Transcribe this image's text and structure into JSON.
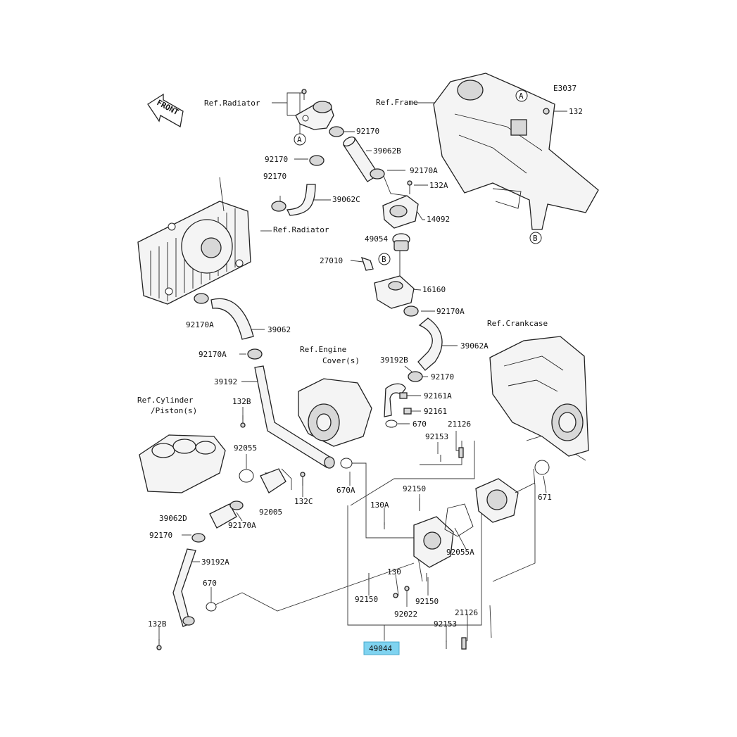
{
  "code": "E3037",
  "front": "FRONT",
  "refs": {
    "radiator_top": "Ref.Radiator",
    "radiator": "Ref.Radiator",
    "frame": "Ref.Frame",
    "crankcase": "Ref.Crankcase",
    "engine_cover_1": "Ref.Engine",
    "engine_cover_2": "Cover(s)",
    "cylinder_1": "Ref.Cylinder",
    "cylinder_2": "/Piston(s)"
  },
  "markers": {
    "a": "A",
    "b": "B"
  },
  "parts": {
    "p92170_top": "92170",
    "p39062B": "39062B",
    "p92170_l1": "92170",
    "p92170A_top": "92170A",
    "p132A": "132A",
    "p92170_l2": "92170",
    "p39062C": "39062C",
    "p14092": "14092",
    "p49054": "49054",
    "p27010": "27010",
    "p16160": "16160",
    "p92170A_mid": "92170A",
    "p132": "132",
    "p92170A_left": "92170A",
    "p39062": "39062",
    "p92170A_hose": "92170A",
    "p39062A": "39062A",
    "p39192B": "39192B",
    "p92170_r": "92170",
    "p92161A": "92161A",
    "p92161": "92161",
    "p670_r": "670",
    "p39192": "39192",
    "p132B_top": "132B",
    "p21126_top": "21126",
    "p92153_top": "92153",
    "p92055": "92055",
    "p670A": "670A",
    "p92005": "92005",
    "p132C": "132C",
    "p92150_top": "92150",
    "p130A": "130A",
    "p39062D": "39062D",
    "p92170A_bot": "92170A",
    "p92170_bot": "92170",
    "p39192A": "39192A",
    "p92055A": "92055A",
    "p671": "671",
    "p670_bot": "670",
    "p130": "130",
    "p92150_l": "92150",
    "p92150_r": "92150",
    "p92022": "92022",
    "p132B_bot": "132B",
    "p21126_bot": "21126",
    "p92153_bot": "92153",
    "assembly": "49044"
  },
  "colors": {
    "highlight": "#7fd3f0",
    "ink": "#222222"
  }
}
